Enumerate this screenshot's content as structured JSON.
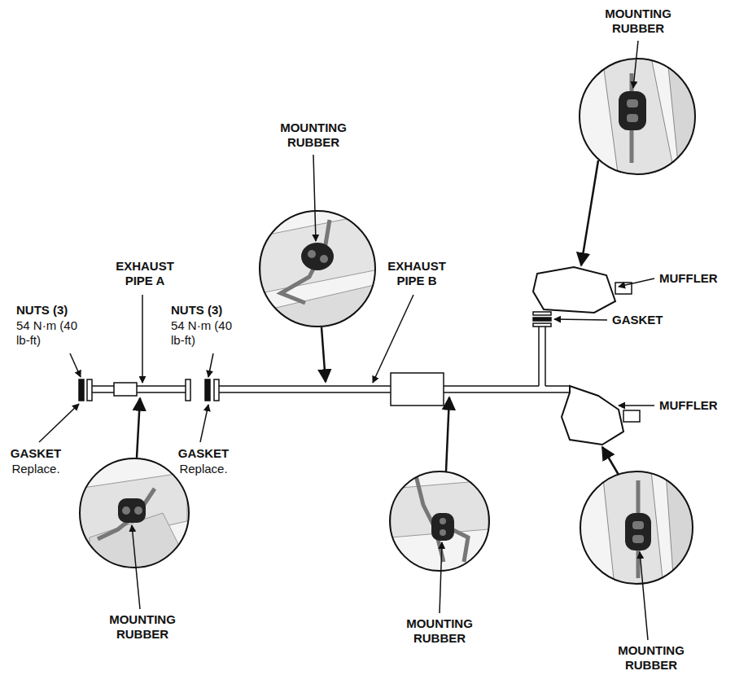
{
  "diagram": {
    "labels": [
      "MOUNTING RUBBER",
      "NUTS (3)",
      "54 N·m (40 lb-ft)",
      "EXHAUST PIPE A",
      "NUTS (3)",
      "54 N·m (40 lb-ft)",
      "MOUNTING RUBBER",
      "EXHAUST PIPE B",
      "MUFFLER",
      "GASKET",
      "MUFFLER",
      "GASKET",
      "Replace.",
      "GASKET",
      "Replace.",
      "MOUNTING RUBBER",
      "MOUNTING RUBBER",
      "MOUNTING RUBBER"
    ]
  }
}
